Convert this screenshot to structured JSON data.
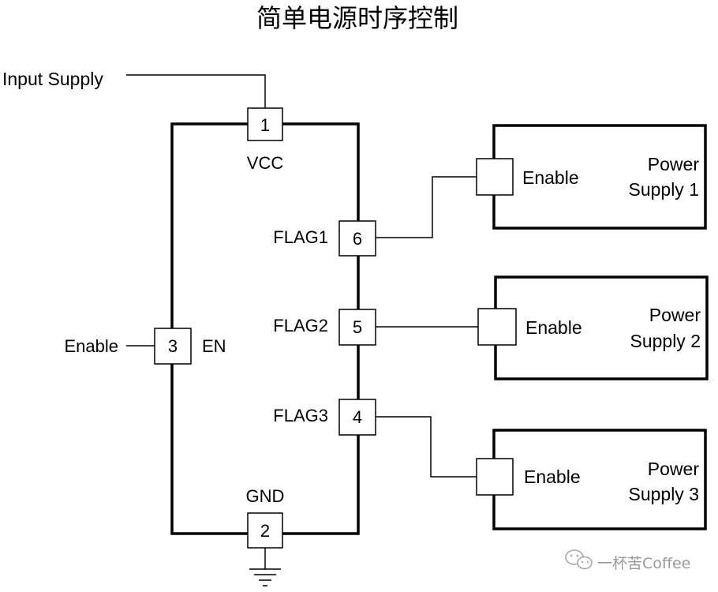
{
  "title": "简单电源时序控制",
  "input_supply_label": "Input Supply",
  "enable_input_label": "Enable",
  "chip": {
    "vcc_label": "VCC",
    "gnd_label": "GND",
    "en_label": "EN",
    "flag1_label": "FLAG1",
    "flag2_label": "FLAG2",
    "flag3_label": "FLAG3",
    "pins": {
      "p1": "1",
      "p2": "2",
      "p3": "3",
      "p4": "4",
      "p5": "5",
      "p6": "6"
    }
  },
  "supplies": [
    {
      "enable_label": "Enable",
      "name_line1": "Power",
      "name_line2": "Supply 1"
    },
    {
      "enable_label": "Enable",
      "name_line1": "Power",
      "name_line2": "Supply 2"
    },
    {
      "enable_label": "Enable",
      "name_line1": "Power",
      "name_line2": "Supply 3"
    }
  ],
  "watermark": "一杯苦Coffee",
  "watermark_icon": "wechat-icon"
}
